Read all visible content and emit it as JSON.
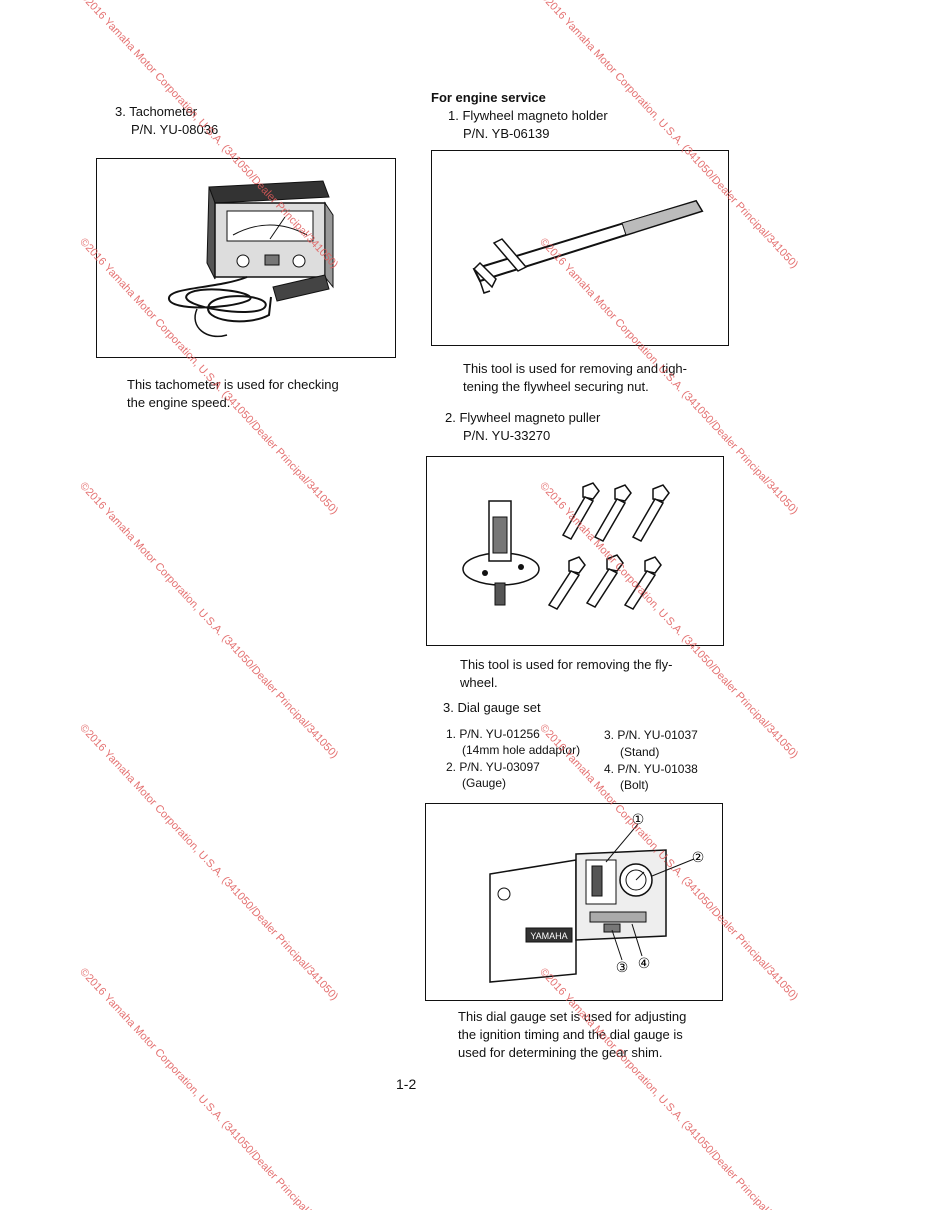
{
  "left": {
    "item3": {
      "title": "3. Tachometer",
      "pn": "P/N. YU-08036"
    },
    "desc": [
      "This tachometer is used for checking",
      "the engine speed."
    ]
  },
  "right": {
    "section_heading": "For engine service",
    "item1": {
      "title": "1. Flywheel magneto holder",
      "pn": "P/N. YB-06139",
      "desc": [
        "This tool is used for removing and tigh-",
        "tening the flywheel securing nut."
      ]
    },
    "item2": {
      "title": "2. Flywheel magneto puller",
      "pn": "P/N. YU-33270",
      "desc": [
        "This tool is used for removing the fly-",
        "wheel."
      ]
    },
    "item3": {
      "title": "3. Dial gauge set",
      "parts": [
        {
          "pn": "1. P/N. YU-01256",
          "note": "(14mm hole addaptor)"
        },
        {
          "pn": "2. P/N. YU-03097",
          "note": "(Gauge)"
        },
        {
          "pn": "3. P/N. YU-01037",
          "note": "(Stand)"
        },
        {
          "pn": "4. P/N. YU-01038",
          "note": "(Bolt)"
        }
      ],
      "callouts": [
        "①",
        "②",
        "③",
        "④"
      ],
      "case_brand": "YAMAHA",
      "desc": [
        "This dial gauge set is used for adjusting",
        "the ignition timing and the dial gauge is",
        "used for determining the gear shim."
      ]
    }
  },
  "page_number": "1-2",
  "watermark": "©2016 Yamaha Motor Corporation, U.S.A. (341050/Dealer Principal/341050)",
  "colors": {
    "watermark": "#e05a5a",
    "ink": "#111111"
  }
}
